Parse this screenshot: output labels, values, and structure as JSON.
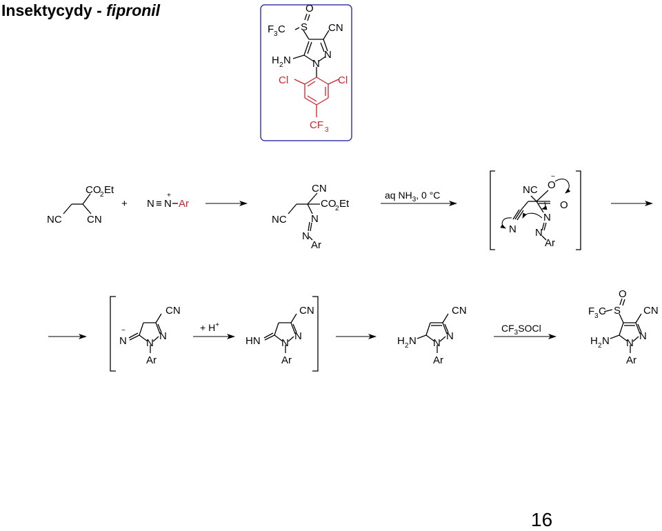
{
  "title": {
    "main": "Insektycydy - ",
    "italic": "fipronil"
  },
  "page_number": "16",
  "colors": {
    "highlight": "#d0202a",
    "box_border": "#3a3aa8"
  },
  "reaction": {
    "plus": "+",
    "diazonium": {
      "n1": "N",
      "triple": "≡",
      "n2": "N",
      "charge": "+",
      "ar": "Ar"
    },
    "cond1": {
      "pre": "aq NH",
      "sub": "3",
      "post": ", 0 °C"
    },
    "cond2": {
      "pre": "+ H",
      "sup": "+"
    },
    "cond3": {
      "pre": "CF",
      "sub": "3",
      "post": "SOCl"
    }
  }
}
